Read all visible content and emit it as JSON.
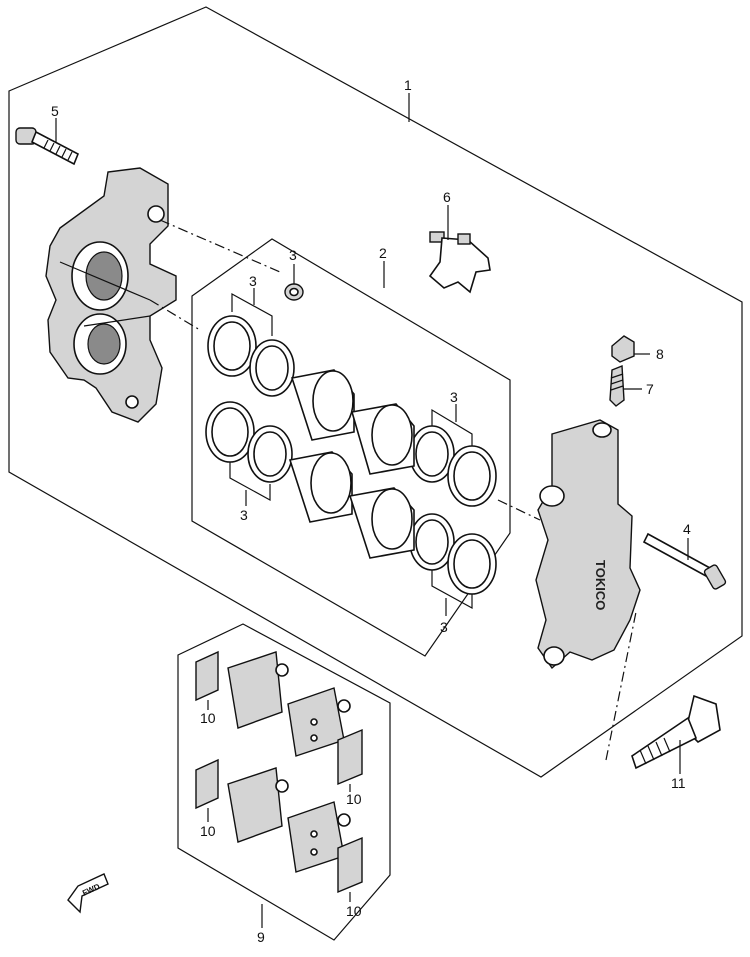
{
  "callouts": {
    "c1": "1",
    "c2": "2",
    "c3a": "3",
    "c3b": "3",
    "c3c": "3",
    "c3d": "3",
    "c3e": "3",
    "c4": "4",
    "c5": "5",
    "c6": "6",
    "c7": "7",
    "c8": "8",
    "c9": "9",
    "c10a": "10",
    "c10b": "10",
    "c10c": "10",
    "c10d": "10",
    "c11": "11"
  },
  "caliper_marking": "TOKICO",
  "fwd_label": "FWD"
}
